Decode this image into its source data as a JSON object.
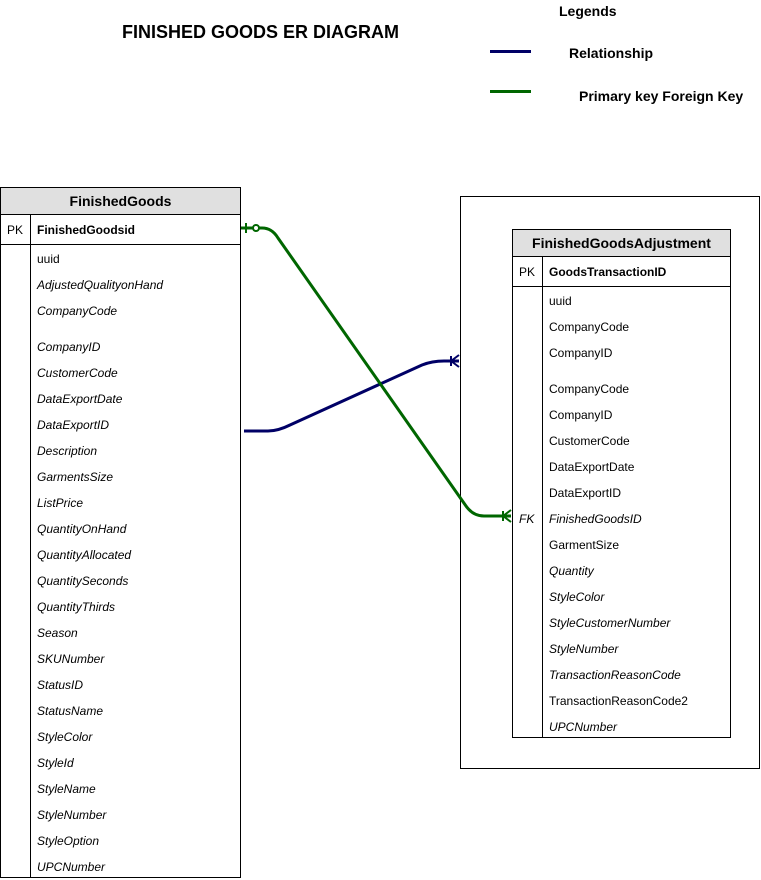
{
  "title": "FINISHED GOODS ER DIAGRAM",
  "legend": {
    "title": "Legends",
    "items": [
      {
        "label": "Relationship",
        "color": "#000066"
      },
      {
        "label": "Primary key Foreign Key",
        "color": "#006600"
      }
    ]
  },
  "entities": {
    "finished_goods": {
      "name": "FinishedGoods",
      "pk_label": "PK",
      "pk_field": "FinishedGoodsid",
      "fields": [
        {
          "name": "uuid",
          "italic": false
        },
        {
          "name": "AdjustedQualityonHand",
          "italic": true
        },
        {
          "name": "CompanyCode",
          "italic": true
        },
        {
          "name": "CompanyID",
          "italic": true
        },
        {
          "name": "CustomerCode",
          "italic": true
        },
        {
          "name": "DataExportDate",
          "italic": true
        },
        {
          "name": "DataExportID",
          "italic": true
        },
        {
          "name": "Description",
          "italic": true
        },
        {
          "name": "GarmentsSize",
          "italic": true
        },
        {
          "name": "ListPrice",
          "italic": true
        },
        {
          "name": "QuantityOnHand",
          "italic": true
        },
        {
          "name": "QuantityAllocated",
          "italic": true
        },
        {
          "name": "QuantitySeconds",
          "italic": true
        },
        {
          "name": "QuantityThirds",
          "italic": true
        },
        {
          "name": "Season",
          "italic": true
        },
        {
          "name": "SKUNumber",
          "italic": true
        },
        {
          "name": "StatusID",
          "italic": true
        },
        {
          "name": "StatusName",
          "italic": true
        },
        {
          "name": "StyleColor",
          "italic": true
        },
        {
          "name": "StyleId",
          "italic": true
        },
        {
          "name": "StyleName",
          "italic": true
        },
        {
          "name": "StyleNumber",
          "italic": true
        },
        {
          "name": "StyleOption",
          "italic": true
        },
        {
          "name": "UPCNumber",
          "italic": true
        }
      ]
    },
    "finished_goods_adjustment": {
      "name": "FinishedGoodsAdjustment",
      "pk_label": "PK",
      "pk_field": "GoodsTransactionID",
      "fields": [
        {
          "name": "uuid",
          "italic": false,
          "key": ""
        },
        {
          "name": "CompanyCode",
          "italic": false,
          "key": ""
        },
        {
          "name": "CompanyID",
          "italic": false,
          "key": ""
        },
        {
          "name": "CompanyCode",
          "italic": false,
          "key": ""
        },
        {
          "name": "CompanyID",
          "italic": false,
          "key": ""
        },
        {
          "name": "CustomerCode",
          "italic": false,
          "key": ""
        },
        {
          "name": "DataExportDate",
          "italic": false,
          "key": ""
        },
        {
          "name": "DataExportID",
          "italic": false,
          "key": ""
        },
        {
          "name": "FinishedGoodsID",
          "italic": true,
          "key": "FK"
        },
        {
          "name": "GarmentSize",
          "italic": false,
          "key": ""
        },
        {
          "name": "Quantity",
          "italic": true,
          "key": ""
        },
        {
          "name": "StyleColor",
          "italic": true,
          "key": ""
        },
        {
          "name": "StyleCustomerNumber",
          "italic": true,
          "key": ""
        },
        {
          "name": "StyleNumber",
          "italic": true,
          "key": ""
        },
        {
          "name": "TransactionReasonCode",
          "italic": true,
          "key": ""
        },
        {
          "name": "TransactionReasonCode2",
          "italic": false,
          "key": ""
        },
        {
          "name": "UPCNumber",
          "italic": true,
          "key": ""
        }
      ]
    }
  }
}
